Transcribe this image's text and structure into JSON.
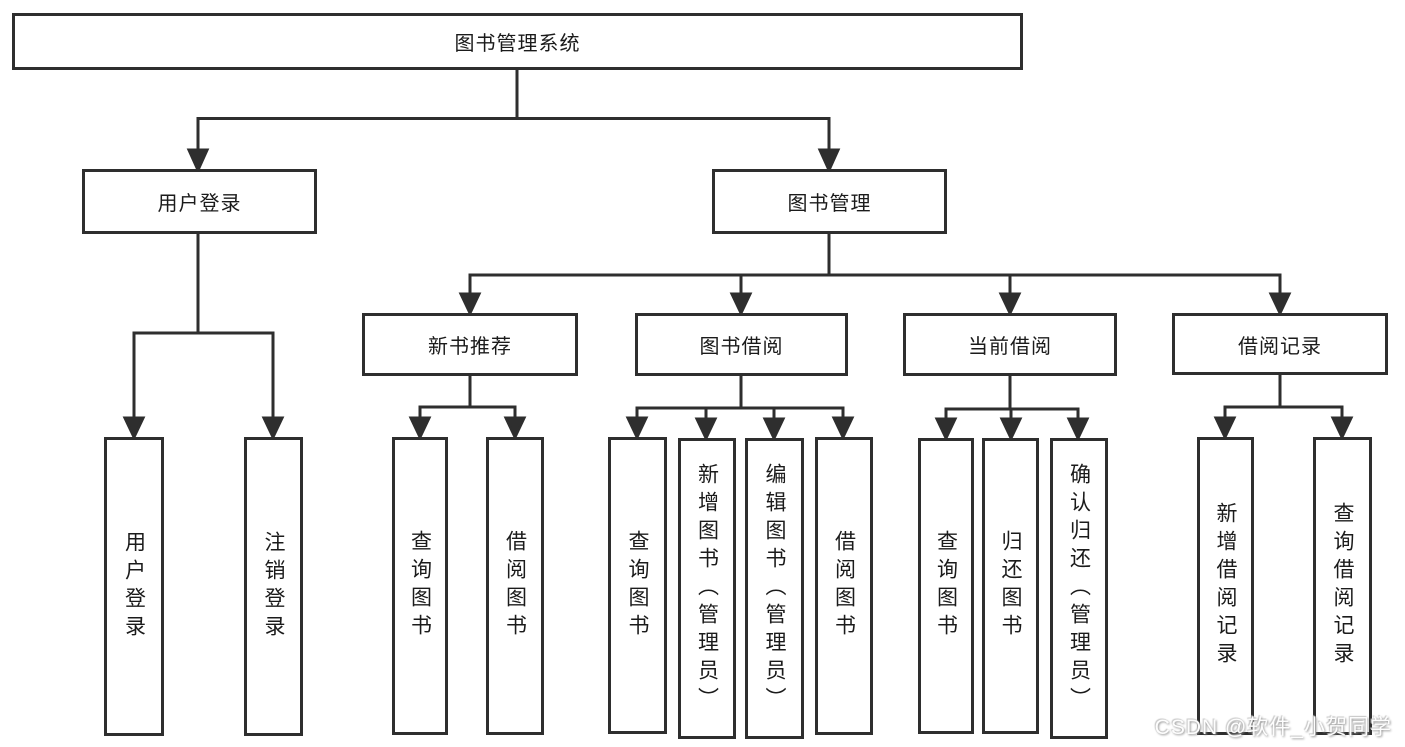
{
  "page": {
    "watermark": "CSDN @软件_小贺同学",
    "colors": {
      "background": "#ffffff",
      "line": "#2e2e2e",
      "box_border": "#2e2e2e",
      "text": "#1b1b1b",
      "watermark_text": "#fdfdfd"
    }
  },
  "tree": {
    "label": "图书管理系统",
    "children": [
      {
        "label": "用户登录",
        "children": [
          {
            "label": "用户登录"
          },
          {
            "label": "注销登录"
          }
        ]
      },
      {
        "label": "图书管理",
        "children": [
          {
            "label": "新书推荐",
            "children": [
              {
                "label": "查询图书"
              },
              {
                "label": "借阅图书"
              }
            ]
          },
          {
            "label": "图书借阅",
            "children": [
              {
                "label": "查询图书"
              },
              {
                "label": "新增图书（管理员）"
              },
              {
                "label": "编辑图书（管理员）"
              },
              {
                "label": "借阅图书"
              }
            ]
          },
          {
            "label": "当前借阅",
            "children": [
              {
                "label": "查询图书"
              },
              {
                "label": "归还图书"
              },
              {
                "label": "确认归还（管理员）"
              }
            ]
          },
          {
            "label": "借阅记录",
            "children": [
              {
                "label": "新增借阅记录"
              },
              {
                "label": "查询借阅记录"
              }
            ]
          }
        ]
      }
    ]
  }
}
